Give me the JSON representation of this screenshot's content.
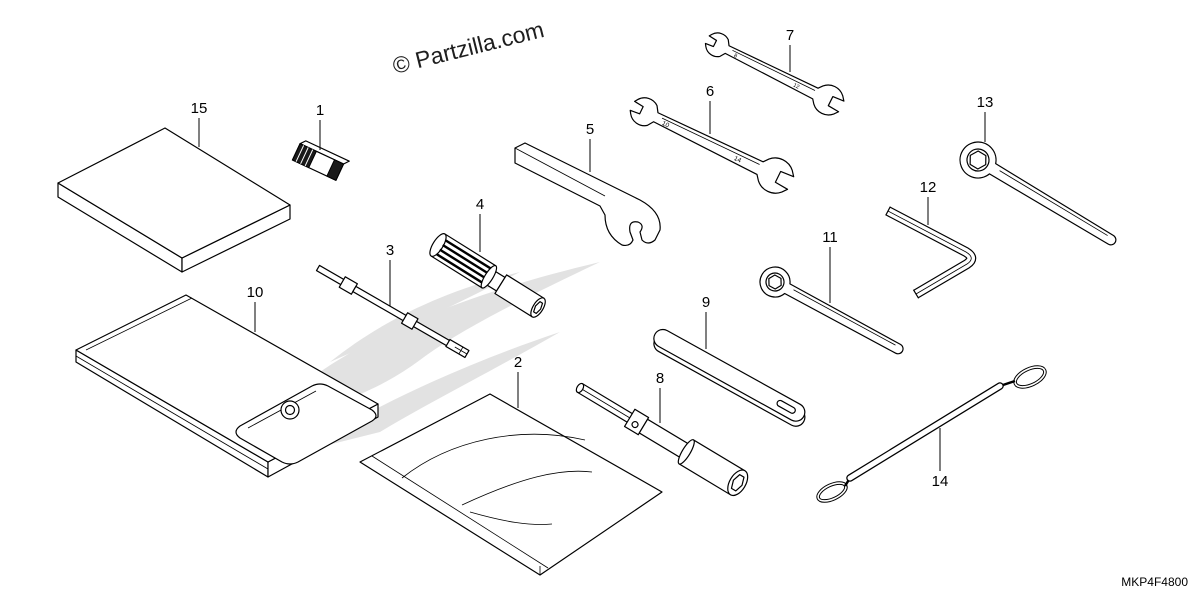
{
  "diagram": {
    "watermark": "© Partzilla.com",
    "code": "MKP4F4800"
  },
  "callouts": [
    "1",
    "2",
    "3",
    "4",
    "5",
    "6",
    "7",
    "8",
    "9",
    "10",
    "11",
    "12",
    "13",
    "14",
    "15"
  ],
  "stamps": {
    "wrench_6": [
      "10",
      "14"
    ],
    "wrench_7": [
      "8",
      "12"
    ]
  },
  "colors": {
    "line": "#000000",
    "background": "#ffffff",
    "logo_shade": "#e2e2e2"
  }
}
